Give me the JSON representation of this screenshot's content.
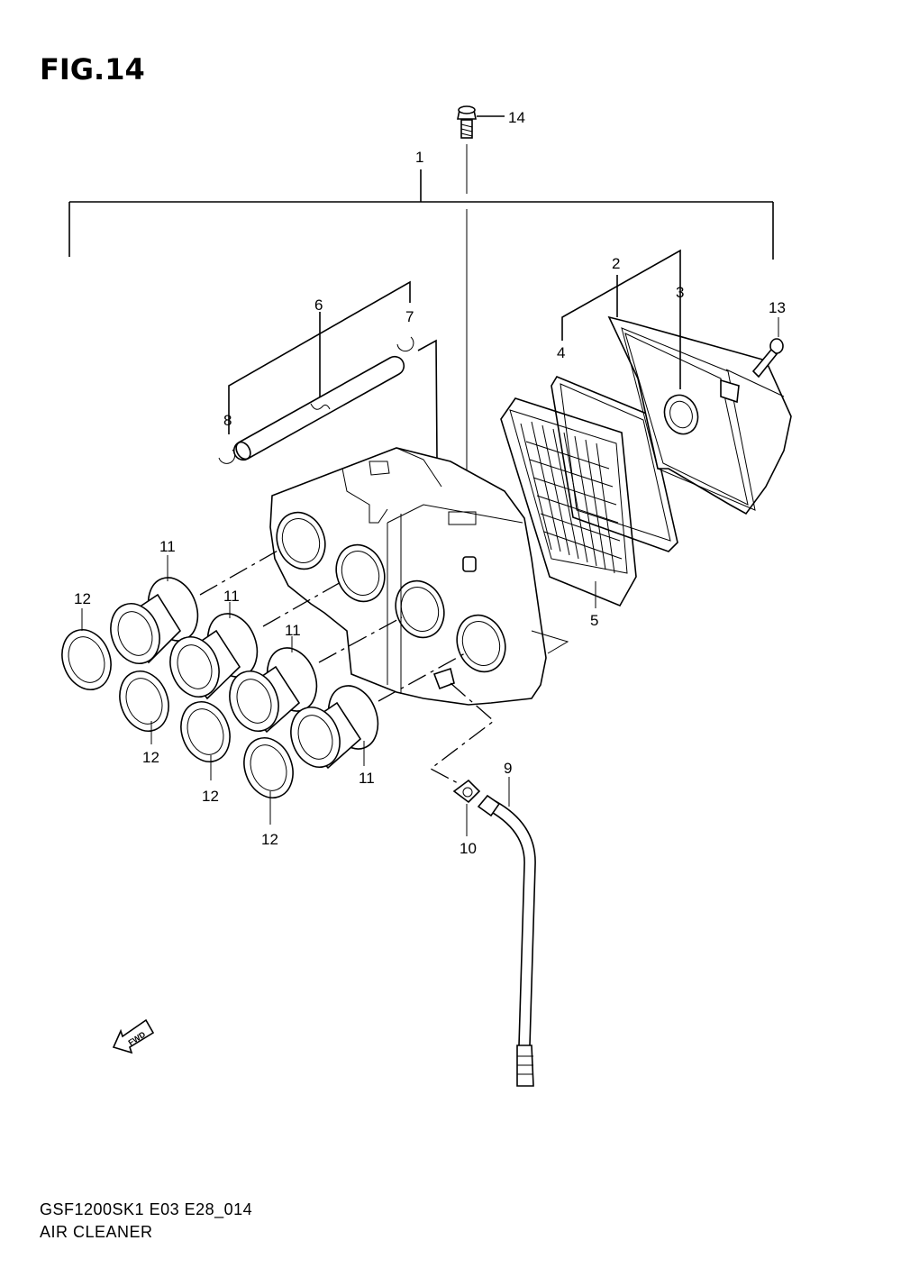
{
  "figure": {
    "title": "FIG.14",
    "footer_code": "GSF1200SK1 E03 E28_014",
    "footer_name": "AIR CLEANER",
    "fwd_label": "FWD"
  },
  "callouts": [
    {
      "id": "c1",
      "label": "1"
    },
    {
      "id": "c2",
      "label": "2"
    },
    {
      "id": "c3",
      "label": "3"
    },
    {
      "id": "c4",
      "label": "4"
    },
    {
      "id": "c5",
      "label": "5"
    },
    {
      "id": "c6",
      "label": "6"
    },
    {
      "id": "c7",
      "label": "7"
    },
    {
      "id": "c8",
      "label": "8"
    },
    {
      "id": "c9",
      "label": "9"
    },
    {
      "id": "c10",
      "label": "10"
    },
    {
      "id": "c11a",
      "label": "11"
    },
    {
      "id": "c11b",
      "label": "11"
    },
    {
      "id": "c11c",
      "label": "11"
    },
    {
      "id": "c11d",
      "label": "11"
    },
    {
      "id": "c12a",
      "label": "12"
    },
    {
      "id": "c12b",
      "label": "12"
    },
    {
      "id": "c12c",
      "label": "12"
    },
    {
      "id": "c12d",
      "label": "12"
    },
    {
      "id": "c13",
      "label": "13"
    },
    {
      "id": "c14",
      "label": "14"
    }
  ]
}
